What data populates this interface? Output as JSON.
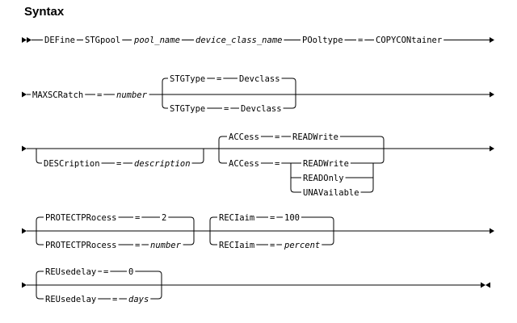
{
  "heading": "Syntax",
  "line1": {
    "kw_define": "DEFine",
    "kw_stgpool": "STGpool",
    "par_pool_name": "pool_name",
    "par_device_class_name": "device_class_name",
    "kw_pooltype": "POoltype",
    "eq": "=",
    "kw_copycontainer": "COPYCONtainer"
  },
  "line2": {
    "kw_maxscratch": "MAXSCRatch",
    "eq": "=",
    "par_number": "number",
    "kw_stgtype_default": "STGType",
    "eq_default": "=",
    "val_devclass_default": "Devclass",
    "kw_stgtype": "STGType",
    "eq_option": "=",
    "val_devclass": "Devclass"
  },
  "line3": {
    "kw_description": "DESCription",
    "eq": "=",
    "par_description": "description",
    "kw_access_default": "ACCess",
    "eq_default": "=",
    "val_readwrite_default": "READWrite",
    "kw_access": "ACCess",
    "eq_option": "=",
    "val_readwrite": "READWrite",
    "val_readonly": "READOnly",
    "val_unavailable": "UNAVailable"
  },
  "line4": {
    "kw_protectprocess_default": "PROTECTPRocess",
    "eq_default": "=",
    "val_protect_default": "2",
    "kw_protectprocess": "PROTECTPRocess",
    "eq_option": "=",
    "par_number": "number",
    "kw_reclaim_default": "RECIaim",
    "eq_reclaim_default": "=",
    "val_reclaim_default": "100",
    "kw_reclaim": "RECIaim",
    "eq_reclaim_option": "=",
    "par_percent": "percent"
  },
  "line5": {
    "kw_reusedelay_default": "REUsedelay",
    "eq_default": "=",
    "val_reuse_default": "0",
    "kw_reusedelay": "REUsedelay",
    "eq_option": "=",
    "par_days": "days"
  }
}
